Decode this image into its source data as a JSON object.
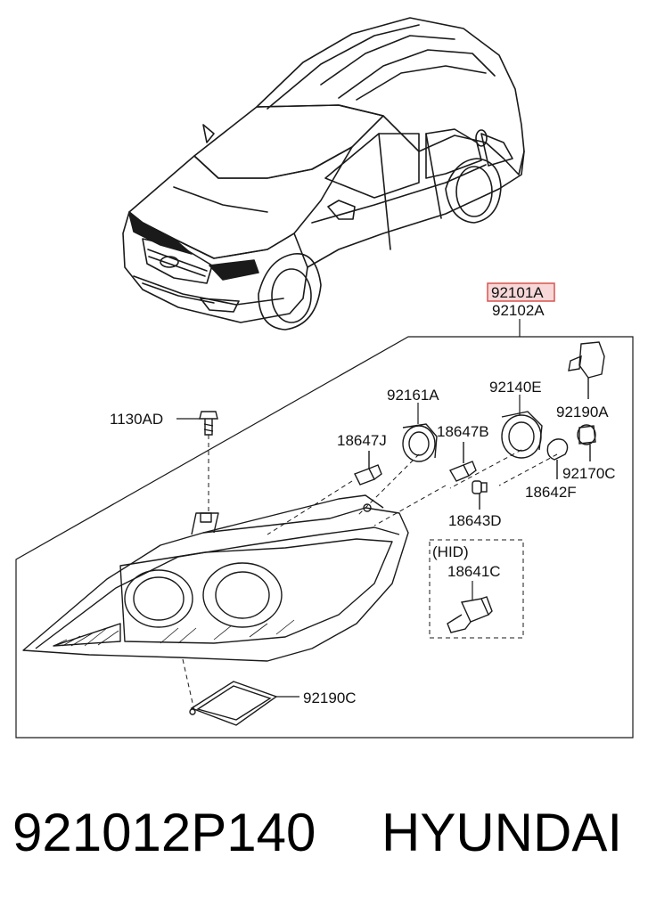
{
  "diagram": {
    "highlighted_part": "92101A",
    "part_labels": {
      "headlamp_lh": "92101A",
      "headlamp_rh": "92102A",
      "bolt": "1130AD",
      "cap_low": "92161A",
      "cap_high": "92140E",
      "actuator": "92190A",
      "bulb_low": "18647J",
      "bulb_high": "18647B",
      "socket_side": "92170C",
      "bulb_side": "18642F",
      "bulb_position": "18643D",
      "hid_group": "(HID)",
      "hid_bulb": "18641C",
      "ballast": "92190C"
    },
    "colors": {
      "line": "#1a1a1a",
      "highlight": "#d9534f",
      "highlight_fill": "#f7d7d7"
    }
  },
  "footer": {
    "part_number": "921012P140",
    "brand": "HYUNDAI"
  }
}
